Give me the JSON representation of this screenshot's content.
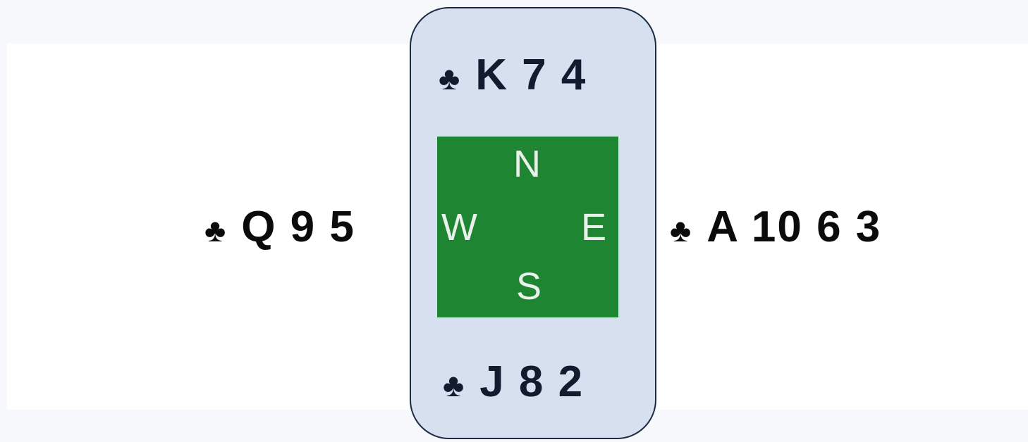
{
  "suit_symbol": "♣",
  "hands": {
    "north": "K 7 4",
    "south": "J 8 2",
    "west": "Q 9 5",
    "east": "A 10 6 3"
  },
  "compass": {
    "n": "N",
    "s": "S",
    "w": "W",
    "e": "E"
  },
  "colors": {
    "table_green": "#1e8532",
    "pill_fill": "#d6e0ef",
    "pill_border": "#1d2b44",
    "text_dark": "#141b2e",
    "compass_text": "#e9f1ea"
  }
}
